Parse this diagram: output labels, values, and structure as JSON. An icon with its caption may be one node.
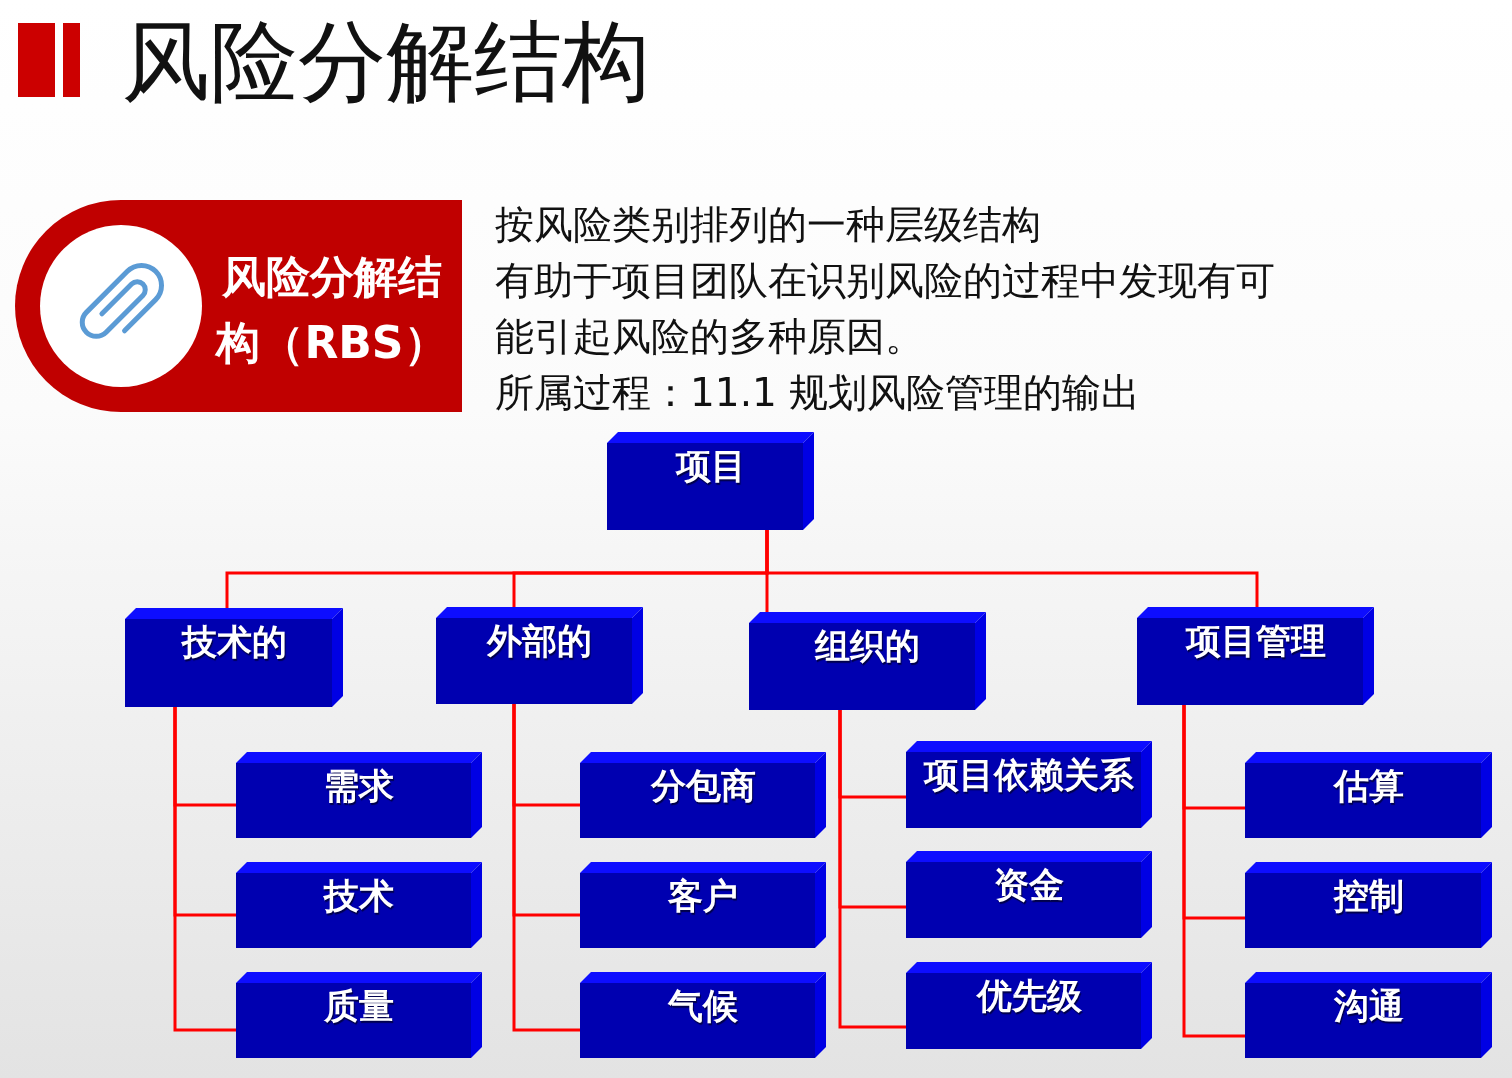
{
  "diagram": {
    "title": "风险分解结构",
    "nodes": [
      {
        "text": [
          "风险分解结构（RBS）"
        ]
      },
      {
        "text": [
          "项目"
        ]
      },
      {
        "text": [
          "技术的"
        ]
      },
      {
        "text": [
          "需求"
        ]
      },
      {
        "text": [
          "技术"
        ]
      },
      {
        "text": [
          "质量"
        ]
      },
      {
        "text": [
          "外部的"
        ]
      },
      {
        "text": [
          "分包商"
        ]
      },
      {
        "text": [
          "客户"
        ]
      },
      {
        "text": [
          "气候"
        ]
      },
      {
        "text": [
          "组织的"
        ]
      },
      {
        "text": [
          "项目依赖关系"
        ]
      },
      {
        "text": [
          "资金"
        ]
      },
      {
        "text": [
          "优先级"
        ]
      },
      {
        "text": [
          "项目管理"
        ]
      },
      {
        "text": [
          "估算"
        ]
      },
      {
        "text": [
          "控制"
        ]
      },
      {
        "text": [
          "沟通"
        ]
      }
    ],
    "edges": [
      {
        "from": 1,
        "to": 2,
        "arrow": "none"
      },
      {
        "from": 1,
        "to": 6,
        "arrow": "none"
      },
      {
        "from": 1,
        "to": 10,
        "arrow": "none"
      },
      {
        "from": 1,
        "to": 14,
        "arrow": "none"
      },
      {
        "from": 2,
        "to": 3,
        "arrow": "none"
      },
      {
        "from": 2,
        "to": 4,
        "arrow": "none"
      },
      {
        "from": 2,
        "to": 5,
        "arrow": "none"
      },
      {
        "from": 6,
        "to": 7,
        "arrow": "none"
      },
      {
        "from": 6,
        "to": 8,
        "arrow": "none"
      },
      {
        "from": 6,
        "to": 9,
        "arrow": "none"
      },
      {
        "from": 10,
        "to": 11,
        "arrow": "none"
      },
      {
        "from": 10,
        "to": 12,
        "arrow": "none"
      },
      {
        "from": 10,
        "to": 13,
        "arrow": "none"
      },
      {
        "from": 14,
        "to": 15,
        "arrow": "none"
      },
      {
        "from": 14,
        "to": 16,
        "arrow": "none"
      },
      {
        "from": 14,
        "to": 17,
        "arrow": "none"
      }
    ],
    "labels": [
      "按风险类别排列的一种层级结构",
      "有助于项目团队在识别风险的过程中发现有可能引起风险的多种原因。",
      "所属过程：11.1 规划风险管理的输出"
    ]
  }
}
